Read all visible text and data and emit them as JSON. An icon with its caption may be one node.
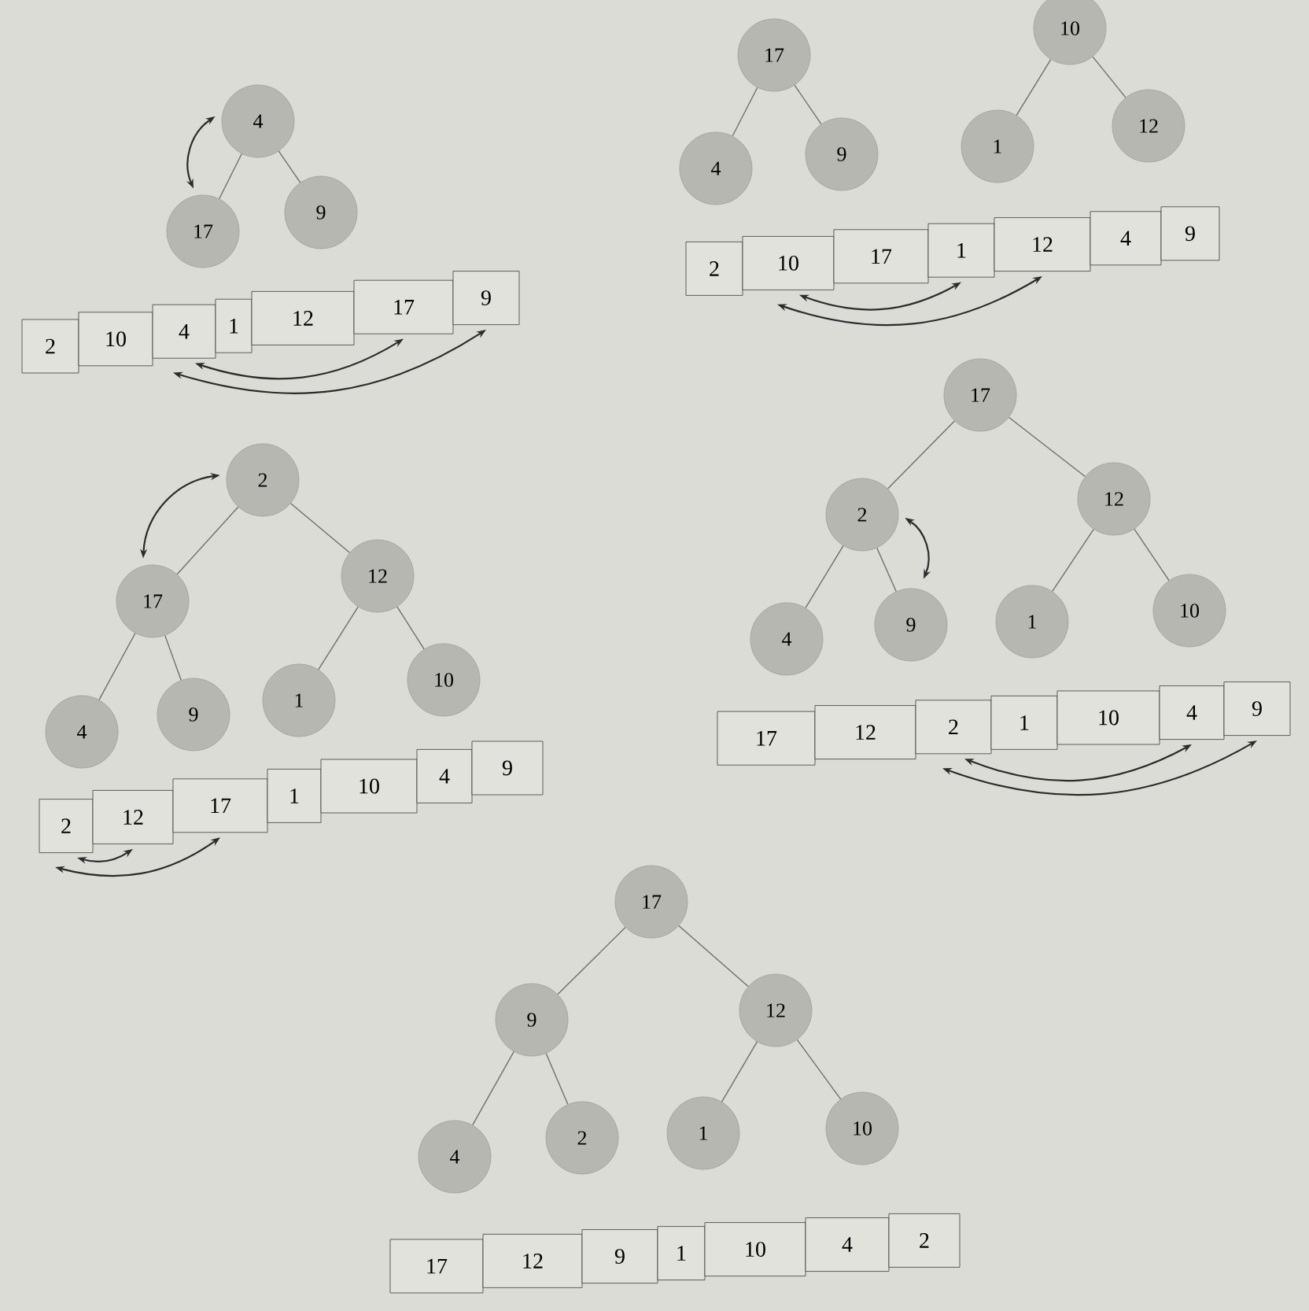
{
  "diagram": {
    "nodes": [
      {
        "text": [
          "4"
        ]
      },
      {
        "text": [
          "17"
        ]
      },
      {
        "text": [
          "9"
        ]
      },
      {
        "text": [
          "2"
        ]
      },
      {
        "text": [
          "10"
        ]
      },
      {
        "text": [
          "4"
        ]
      },
      {
        "text": [
          "1"
        ]
      },
      {
        "text": [
          "12"
        ]
      },
      {
        "text": [
          "17"
        ]
      },
      {
        "text": [
          "9"
        ]
      },
      {
        "text": [
          "17"
        ]
      },
      {
        "text": [
          "4"
        ]
      },
      {
        "text": [
          "9"
        ]
      },
      {
        "text": [
          "10"
        ]
      },
      {
        "text": [
          "1"
        ]
      },
      {
        "text": [
          "12"
        ]
      },
      {
        "text": [
          "2"
        ]
      },
      {
        "text": [
          "10"
        ]
      },
      {
        "text": [
          "17"
        ]
      },
      {
        "text": [
          "1"
        ]
      },
      {
        "text": [
          "12"
        ]
      },
      {
        "text": [
          "4"
        ]
      },
      {
        "text": [
          "9"
        ]
      },
      {
        "text": [
          "2"
        ]
      },
      {
        "text": [
          "17"
        ]
      },
      {
        "text": [
          "12"
        ]
      },
      {
        "text": [
          "4"
        ]
      },
      {
        "text": [
          "9"
        ]
      },
      {
        "text": [
          "1"
        ]
      },
      {
        "text": [
          "10"
        ]
      },
      {
        "text": [
          "2"
        ]
      },
      {
        "text": [
          "12"
        ]
      },
      {
        "text": [
          "17"
        ]
      },
      {
        "text": [
          "1"
        ]
      },
      {
        "text": [
          "10"
        ]
      },
      {
        "text": [
          "4"
        ]
      },
      {
        "text": [
          "9"
        ]
      },
      {
        "text": [
          "17"
        ]
      },
      {
        "text": [
          "2"
        ]
      },
      {
        "text": [
          "12"
        ]
      },
      {
        "text": [
          "4"
        ]
      },
      {
        "text": [
          "9"
        ]
      },
      {
        "text": [
          "1"
        ]
      },
      {
        "text": [
          "10"
        ]
      },
      {
        "text": [
          "17"
        ]
      },
      {
        "text": [
          "12"
        ]
      },
      {
        "text": [
          "2"
        ]
      },
      {
        "text": [
          "1"
        ]
      },
      {
        "text": [
          "10"
        ]
      },
      {
        "text": [
          "4"
        ]
      },
      {
        "text": [
          "9"
        ]
      },
      {
        "text": [
          "17"
        ]
      },
      {
        "text": [
          "9"
        ]
      },
      {
        "text": [
          "12"
        ]
      },
      {
        "text": [
          "4"
        ]
      },
      {
        "text": [
          "2"
        ]
      },
      {
        "text": [
          "1"
        ]
      },
      {
        "text": [
          "10"
        ]
      },
      {
        "text": [
          "17"
        ]
      },
      {
        "text": [
          "12"
        ]
      },
      {
        "text": [
          "9"
        ]
      },
      {
        "text": [
          "1"
        ]
      },
      {
        "text": [
          "10"
        ]
      },
      {
        "text": [
          "4"
        ]
      },
      {
        "text": [
          "2"
        ]
      }
    ],
    "edges": [
      {
        "from": 0,
        "to": 1,
        "arrow": "none"
      },
      {
        "from": 0,
        "to": 2,
        "arrow": "none"
      },
      {
        "from": 0,
        "to": 1,
        "arrow": "both",
        "color": "#2b2b2b"
      },
      {
        "from": 5,
        "to": 8,
        "arrow": "both",
        "color": "#2b2b2b"
      },
      {
        "from": 5,
        "to": 9,
        "arrow": "both",
        "color": "#2b2b2b"
      },
      {
        "from": 10,
        "to": 11,
        "arrow": "none"
      },
      {
        "from": 10,
        "to": 12,
        "arrow": "none"
      },
      {
        "from": 13,
        "to": 14,
        "arrow": "none"
      },
      {
        "from": 13,
        "to": 15,
        "arrow": "none"
      },
      {
        "from": 17,
        "to": 19,
        "arrow": "both",
        "color": "#2b2b2b"
      },
      {
        "from": 17,
        "to": 20,
        "arrow": "both",
        "color": "#2b2b2b"
      },
      {
        "from": 23,
        "to": 24,
        "arrow": "none"
      },
      {
        "from": 23,
        "to": 25,
        "arrow": "none"
      },
      {
        "from": 24,
        "to": 26,
        "arrow": "none"
      },
      {
        "from": 24,
        "to": 27,
        "arrow": "none"
      },
      {
        "from": 25,
        "to": 28,
        "arrow": "none"
      },
      {
        "from": 25,
        "to": 29,
        "arrow": "none"
      },
      {
        "from": 23,
        "to": 24,
        "arrow": "both",
        "color": "#2b2b2b"
      },
      {
        "from": 30,
        "to": 31,
        "arrow": "both",
        "color": "#2b2b2b"
      },
      {
        "from": 30,
        "to": 32,
        "arrow": "both",
        "color": "#2b2b2b"
      },
      {
        "from": 37,
        "to": 38,
        "arrow": "none"
      },
      {
        "from": 37,
        "to": 39,
        "arrow": "none"
      },
      {
        "from": 38,
        "to": 40,
        "arrow": "none"
      },
      {
        "from": 38,
        "to": 41,
        "arrow": "none"
      },
      {
        "from": 39,
        "to": 42,
        "arrow": "none"
      },
      {
        "from": 39,
        "to": 43,
        "arrow": "none"
      },
      {
        "from": 38,
        "to": 41,
        "arrow": "both",
        "color": "#2b2b2b"
      },
      {
        "from": 46,
        "to": 49,
        "arrow": "both",
        "color": "#2b2b2b"
      },
      {
        "from": 46,
        "to": 50,
        "arrow": "both",
        "color": "#2b2b2b"
      },
      {
        "from": 51,
        "to": 52,
        "arrow": "none"
      },
      {
        "from": 51,
        "to": 53,
        "arrow": "none"
      },
      {
        "from": 52,
        "to": 54,
        "arrow": "none"
      },
      {
        "from": 52,
        "to": 55,
        "arrow": "none"
      },
      {
        "from": 53,
        "to": 56,
        "arrow": "none"
      },
      {
        "from": 53,
        "to": 57,
        "arrow": "none"
      }
    ]
  }
}
